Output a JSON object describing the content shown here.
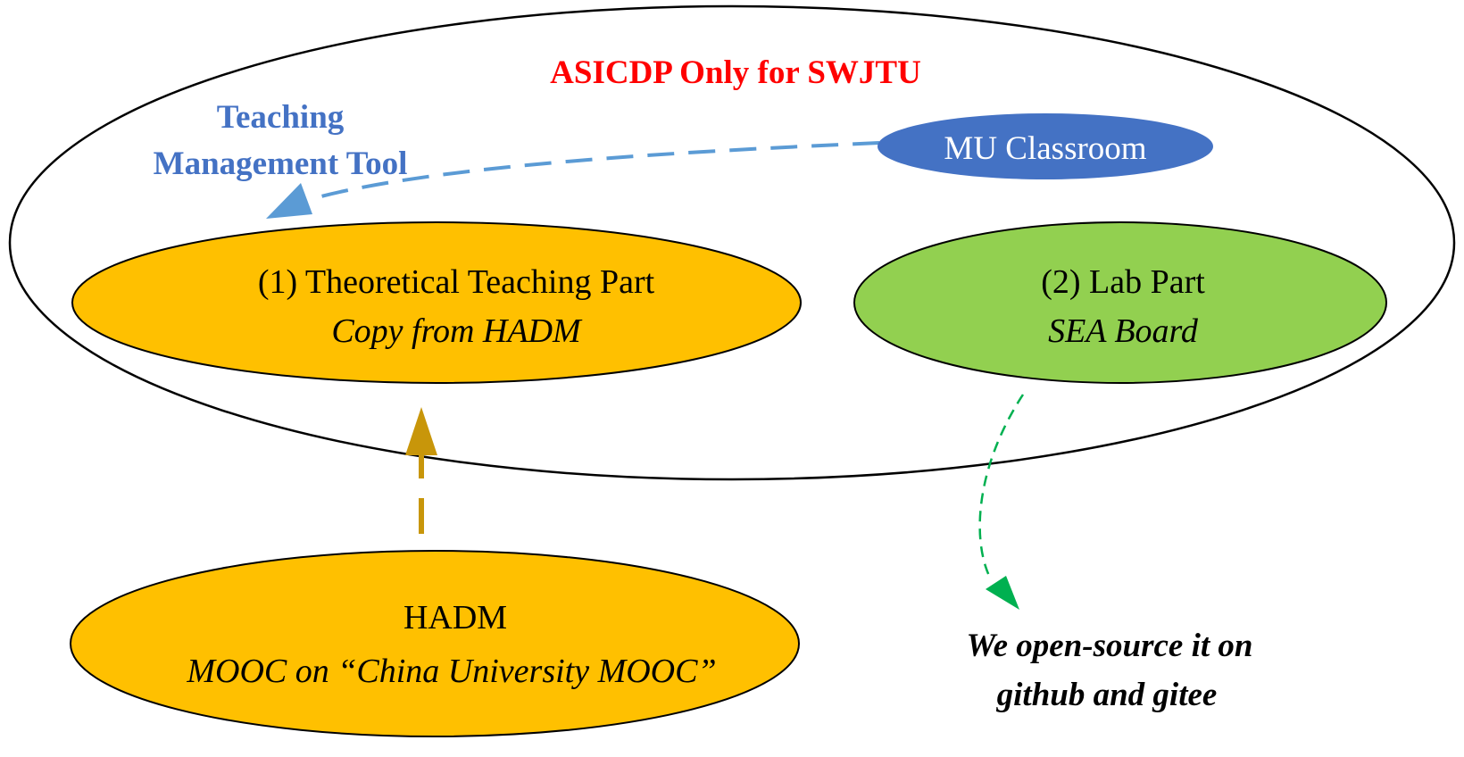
{
  "colors": {
    "title_red": "#ff0000",
    "tool_blue": "#4472c4",
    "mu_fill": "#4472c4",
    "orange_fill": "#ffc000",
    "green_fill": "#92d050",
    "blue_arrow": "#5b9bd5",
    "gold_arrow": "#c8960a",
    "green_arrow": "#00b050"
  },
  "diagram": {
    "container": {
      "title": "ASICDP Only for SWJTU"
    },
    "tool_label": {
      "line1": "Teaching",
      "line2": "Management Tool"
    },
    "mu_classroom": {
      "label": "MU Classroom"
    },
    "theoretical": {
      "title": "(1) Theoretical Teaching Part",
      "subtitle": "Copy from HADM"
    },
    "lab": {
      "title": "(2) Lab Part",
      "subtitle": "SEA Board"
    },
    "hadm": {
      "title": "HADM",
      "subtitle": "MOOC on “China University MOOC”"
    },
    "open_source": {
      "line1": "We open-source it on",
      "line2": "github and gitee"
    }
  }
}
